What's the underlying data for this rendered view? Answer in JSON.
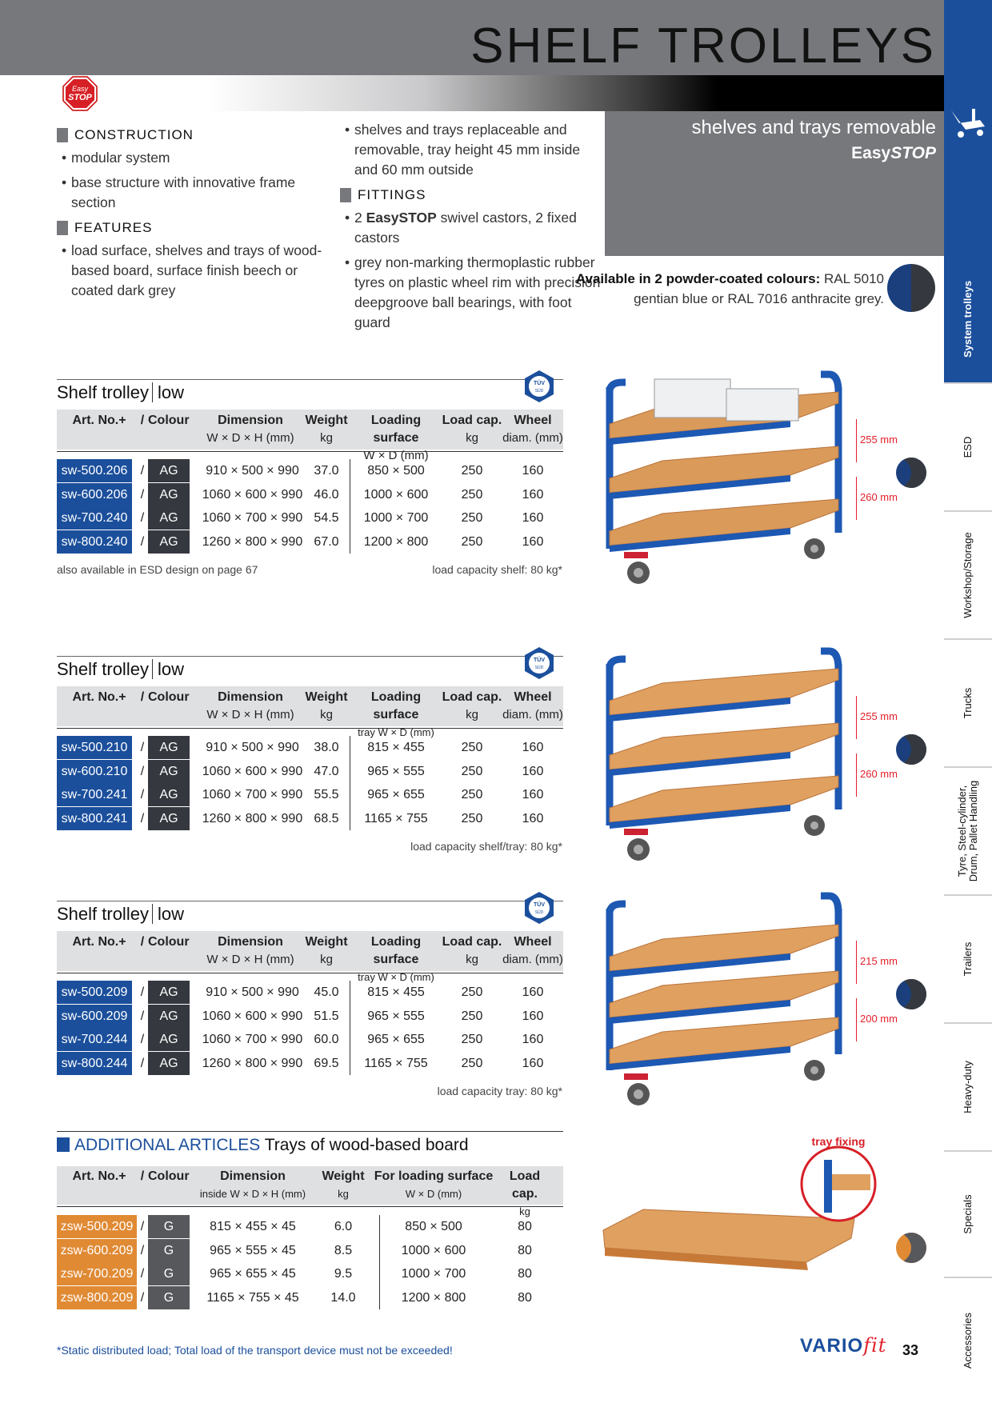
{
  "header": {
    "title": "SHELF TROLLEYS",
    "subtitle1": "shelves and trays removable",
    "subtitle2_bold": "Easy",
    "subtitle2_italic": "STOP"
  },
  "intro": {
    "construction_title": "CONSTRUCTION",
    "construction_items": [
      "modular system",
      "base structure with innovative frame section"
    ],
    "features_title": "FEATURES",
    "features_items": [
      "load surface, shelves and trays of wood-based board, surface finish beech or coated dark grey"
    ],
    "col2_first": "shelves and trays replaceable and removable, tray height 45 mm inside and 60 mm outside",
    "fittings_title": "FITTINGS",
    "fittings_item1_pre": "2 ",
    "fittings_item1_brand": "EasySTOP",
    "fittings_item1_post": " swivel castors, 2 fixed castors",
    "fittings_item2": "grey non-marking thermoplastic rubber tyres on plastic wheel rim with precision deepgroove ball bearings, with foot guard",
    "avail_bold": "Available in 2 powder-coated colours:",
    "avail_line1_rest": " RAL 5010",
    "avail_line2": "gentian blue or RAL 7016 anthracite grey."
  },
  "sidebar": {
    "tabs": [
      "System trolleys",
      "ESD",
      "Workshop/Storage",
      "Trucks",
      "Tyre, Steel-cylinder, Drum, Pallet Handling",
      "Trailers",
      "Heavy-duty",
      "Specials",
      "Accessories"
    ]
  },
  "colors": {
    "blue": "#1b4f9c",
    "anthracite": "#35393f",
    "orange": "#e08a34",
    "grey": "#77787c",
    "red": "#e3202b"
  },
  "table_header": {
    "art": "Art. No.+",
    "slash": "/",
    "colour": "Colour",
    "dimension": "Dimension",
    "dimension_sub": "W × D × H (mm)",
    "weight": "Weight",
    "weight_sub": "kg",
    "loading": "Loading surface",
    "loading_sub_a": "W × D (mm)",
    "loading_sub_b": "tray W × D (mm)",
    "loadcap": "Load cap.",
    "loadcap_sub": "kg",
    "wheel": "Wheel",
    "wheel_sub": "diam. (mm)"
  },
  "tables": [
    {
      "title": "Shelf trolley",
      "variant": "low",
      "rows": [
        [
          "sw-500.206",
          "AG",
          "910 × 500 × 990",
          "37.0",
          "850 × 500",
          "250",
          "160"
        ],
        [
          "sw-600.206",
          "AG",
          "1060 × 600 × 990",
          "46.0",
          "1000 × 600",
          "250",
          "160"
        ],
        [
          "sw-700.240",
          "AG",
          "1060 × 700 × 990",
          "54.5",
          "1000 × 700",
          "250",
          "160"
        ],
        [
          "sw-800.240",
          "AG",
          "1260 × 800 × 990",
          "67.0",
          "1200 × 800",
          "250",
          "160"
        ]
      ],
      "note_left": "also available in ESD design on page 67",
      "note_right": "load capacity shelf: 80 kg*",
      "dims": [
        "255 mm",
        "260 mm"
      ]
    },
    {
      "title": "Shelf trolley",
      "variant": "low",
      "rows": [
        [
          "sw-500.210",
          "AG",
          "910 × 500 × 990",
          "38.0",
          "815 × 455",
          "250",
          "160"
        ],
        [
          "sw-600.210",
          "AG",
          "1060 × 600 × 990",
          "47.0",
          "965 × 555",
          "250",
          "160"
        ],
        [
          "sw-700.241",
          "AG",
          "1060 × 700 × 990",
          "55.5",
          "965 × 655",
          "250",
          "160"
        ],
        [
          "sw-800.241",
          "AG",
          "1260 × 800 × 990",
          "68.5",
          "1165 × 755",
          "250",
          "160"
        ]
      ],
      "note_left": "",
      "note_right": "load capacity shelf/tray: 80 kg*",
      "dims": [
        "255 mm",
        "260 mm"
      ]
    },
    {
      "title": "Shelf trolley",
      "variant": "low",
      "rows": [
        [
          "sw-500.209",
          "AG",
          "910 × 500 × 990",
          "45.0",
          "815 × 455",
          "250",
          "160"
        ],
        [
          "sw-600.209",
          "AG",
          "1060 × 600 × 990",
          "51.5",
          "965 × 555",
          "250",
          "160"
        ],
        [
          "sw-700.244",
          "AG",
          "1060 × 700 × 990",
          "60.0",
          "965 × 655",
          "250",
          "160"
        ],
        [
          "sw-800.244",
          "AG",
          "1260 × 800 × 990",
          "69.5",
          "1165 × 755",
          "250",
          "160"
        ]
      ],
      "note_left": "",
      "note_right": "load capacity tray: 80 kg*",
      "dims": [
        "215 mm",
        "200 mm"
      ]
    }
  ],
  "additional": {
    "title_blue": "ADDITIONAL ARTICLES",
    "title_rest": " Trays of wood-based board",
    "header": {
      "art": "Art. No.+",
      "slash": "/",
      "colour": "Colour",
      "dimension": "Dimension",
      "dimension_sub": "inside W × D × H (mm)",
      "weight": "Weight",
      "weight_sub": "kg",
      "for_loading": "For loading surface",
      "for_loading_sub": "W × D (mm)",
      "loadcap": "Load cap.",
      "loadcap_sub": "kg"
    },
    "rows": [
      [
        "zsw-500.209",
        "G",
        "815 × 455 × 45",
        "6.0",
        "850 × 500",
        "80"
      ],
      [
        "zsw-600.209",
        "G",
        "965 × 555 × 45",
        "8.5",
        "1000 × 600",
        "80"
      ],
      [
        "zsw-700.209",
        "G",
        "965 × 655 × 45",
        "9.5",
        "1000 × 700",
        "80"
      ],
      [
        "zsw-800.209",
        "G",
        "1165 × 755 × 45",
        "14.0",
        "1200 × 800",
        "80"
      ]
    ],
    "tray_fixing": "tray fixing"
  },
  "footer": {
    "note": "*Static distributed load; Total load of the transport device must not be exceeded!",
    "brand_a": "VARIO",
    "brand_b": "fit",
    "page": "33"
  },
  "icons": {
    "stop": "easystop-icon",
    "tuv": "tuv-badge-icon",
    "trolley": "trolley-icon"
  }
}
